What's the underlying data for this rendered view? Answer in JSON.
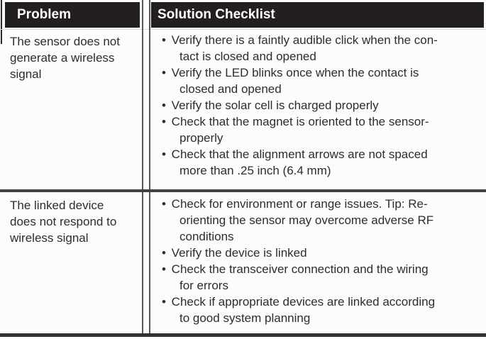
{
  "table": {
    "headers": [
      "Problem",
      "Solution Checklist"
    ],
    "bullet_char": "•",
    "colors": {
      "header_bg": "#231f20",
      "header_text": "#ffffff",
      "body_text": "#2d2d2d",
      "column_divider": "#585858",
      "row_divider": "#414141",
      "bottom_border": "#323232",
      "background": "#fcfcfc"
    },
    "rows": [
      {
        "problem_lines": [
          "The sensor does not",
          "generate a wireless",
          "signal"
        ],
        "solutions": [
          [
            "Verify there is a faintly audible click when the con-",
            "tact is closed and opened"
          ],
          [
            "Verify the LED blinks once when the contact is",
            "closed and opened"
          ],
          [
            "Verify the solar cell is charged properly"
          ],
          [
            "Check that the magnet is oriented to the sensor-",
            "properly"
          ],
          [
            "Check that the alignment arrows are not spaced",
            "more than .25 inch (6.4 mm)"
          ]
        ]
      },
      {
        "problem_lines": [
          "The linked device",
          "does not respond to",
          "wireless signal"
        ],
        "solutions": [
          [
            "Check for environment or range issues. Tip: Re-",
            "orienting the sensor may overcome adverse RF",
            "conditions"
          ],
          [
            "Verify the device is linked"
          ],
          [
            "Check the transceiver connection and the wiring",
            "for errors"
          ],
          [
            "Check if appropriate devices are linked according",
            "to good system planning"
          ]
        ]
      }
    ]
  }
}
